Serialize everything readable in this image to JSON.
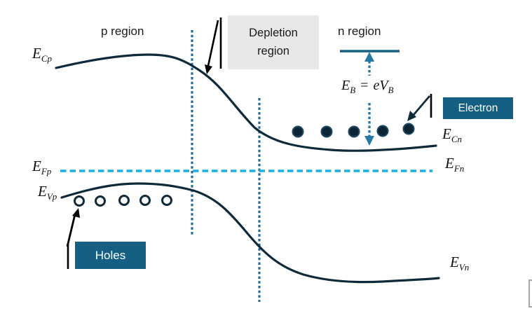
{
  "regions": {
    "p_label": "p region",
    "n_label": "n region"
  },
  "depletion_box": {
    "line1": "Depletion",
    "line2": "region"
  },
  "callouts": {
    "electron_label": "Electron",
    "holes_label": "Holes"
  },
  "energy_labels": {
    "ecp": {
      "base": "E",
      "sub": "Cp"
    },
    "efp": {
      "base": "E",
      "sub": "Fp"
    },
    "evp": {
      "base": "E",
      "sub": "Vp"
    },
    "ecn": {
      "base": "E",
      "sub": "Cn"
    },
    "efn": {
      "base": "E",
      "sub": "Fn"
    },
    "evn": {
      "base": "E",
      "sub": "Vn"
    }
  },
  "barrier_formula": {
    "lhs_base": "E",
    "lhs_sub": "B",
    "equals": "=",
    "rhs_base": "eV",
    "rhs_sub": "B"
  },
  "particles": {
    "electron_count": 5,
    "hole_count": 5
  },
  "colors": {
    "band_curve": "#0e2a3a",
    "fermi_dashed": "#1cade4",
    "dotted_boundary": "#246b8d",
    "dotted_arrow": "#2679a1",
    "teal_accent": "#156082",
    "depletion_fill": "#e8e8e8",
    "artifact_gray": "#a6a6a6"
  }
}
